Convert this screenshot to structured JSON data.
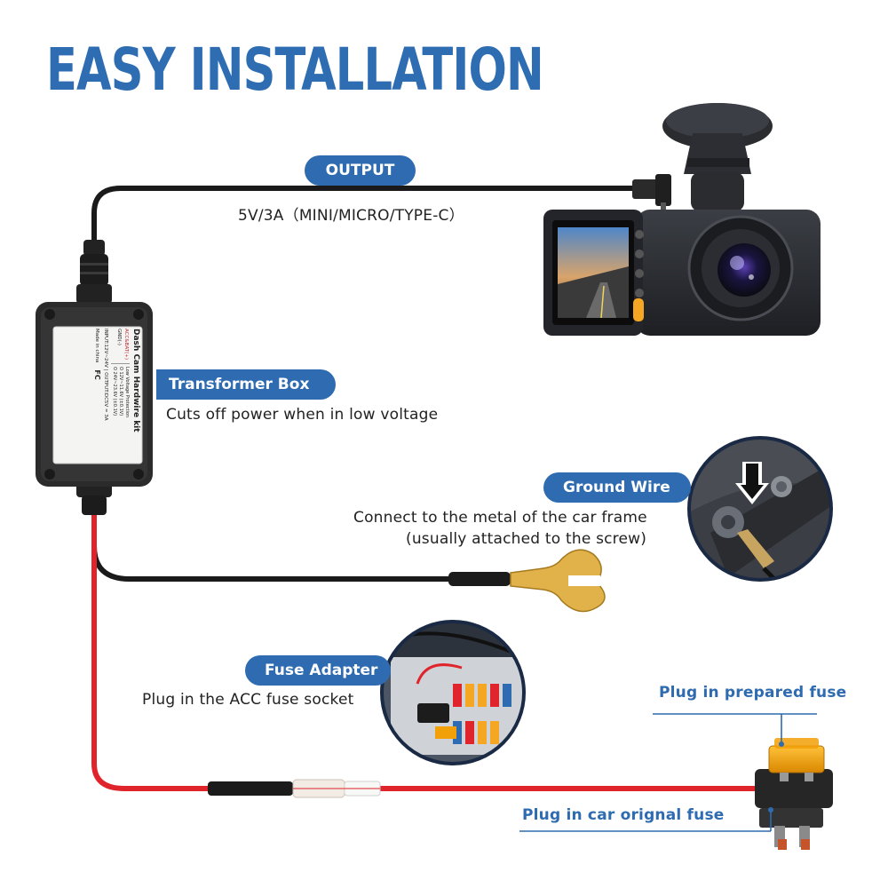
{
  "title": "EASY INSTALLATION",
  "output": {
    "badge": "OUTPUT",
    "spec": "5V/3A（MINI/MICRO/TYPE-C）"
  },
  "transformer": {
    "badge": "Transformer Box",
    "desc": "Cuts off power when in low voltage"
  },
  "ground": {
    "badge": "Ground Wire",
    "desc_line1": "Connect to the metal of the car frame",
    "desc_line2": "(usually attached to the screw)"
  },
  "fuse": {
    "badge": "Fuse Adapter",
    "desc": "Plug in the ACC fuse socket"
  },
  "fuse_prepared": "Plug in prepared fuse",
  "fuse_original": "Plug in car orignal fuse",
  "box_label": {
    "line1": "Dash Cam Hardwire kit",
    "line2": "ACC&BAT(+)",
    "line3": "GND(-)",
    "line4": "Low Voltage Protection",
    "line5": "O 12V~11.6V (±0.1V)",
    "line6": "O 24V~23.6V (±0.1V)",
    "line7": "INPUT:12V~24V | OUTPUT:DC5V = 3A",
    "line8": "Made in china",
    "line9": "FC"
  },
  "colors": {
    "accent": "#2e6bb0",
    "title": "#2f6db3",
    "red_wire": "#e0242b",
    "black_wire": "#1a1a1a",
    "fuse_amber": "#f2a007",
    "terminal_gold": "#e2b24a"
  }
}
